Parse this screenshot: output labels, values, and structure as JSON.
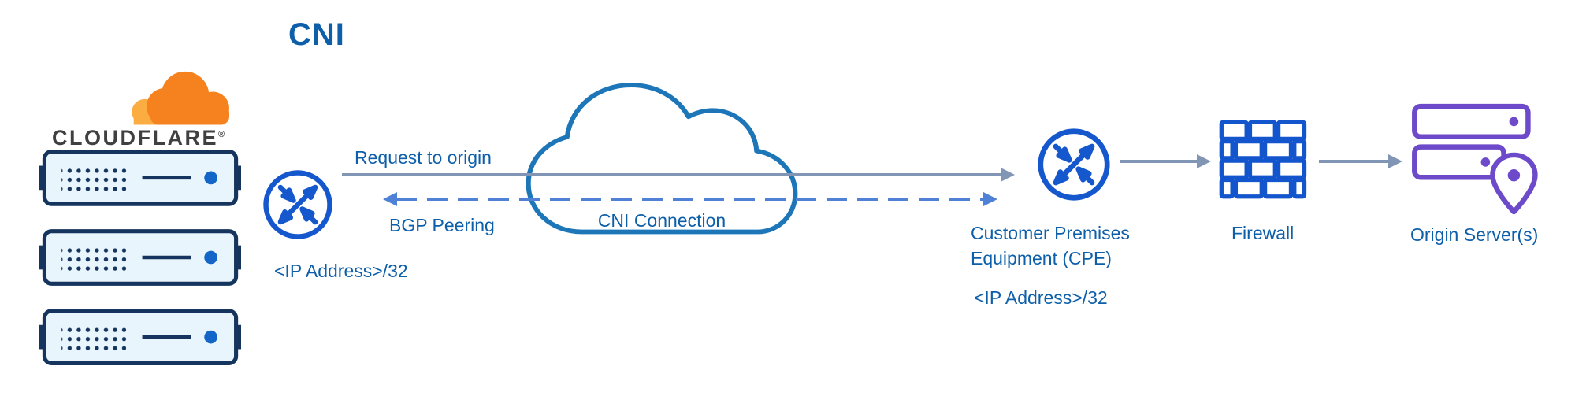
{
  "title": "CNI",
  "logo": {
    "wordmark": "CLOUDFLARE",
    "registered": "®"
  },
  "nodes": {
    "cloudflare_router": {
      "label": "<IP Address>/32"
    },
    "cloud": {
      "label": "CNI Connection"
    },
    "cpe_router": {
      "label": "Customer Premises\nEquipment (CPE)",
      "sub_label": "<IP Address>/32"
    },
    "firewall": {
      "label": "Firewall"
    },
    "origin": {
      "label": "Origin Server(s)"
    }
  },
  "edges": {
    "request": {
      "label": "Request to origin"
    },
    "bgp": {
      "label": "BGP Peering"
    }
  },
  "colors": {
    "label_blue": "#0d5fa9",
    "icon_blue": "#1557cd",
    "cloud_stroke": "#1d76b8",
    "arrow_gray": "#8195b5",
    "arrow_dashed_blue": "#4f81d6",
    "server_outline_navy": "#16355e",
    "server_fill": "#e8f5fd",
    "origin_purple": "#6d4ac9",
    "cloudflare_orange": "#F6821F",
    "cloudflare_orange_light": "#FBAD41"
  },
  "icons": {
    "cloudflare_logo": "cloudflare-cloud-logo",
    "edge_servers": "server-stack-icon",
    "router": "router-interconnect-icon",
    "cloud": "network-cloud-icon",
    "firewall": "brick-firewall-icon",
    "origin_server": "origin-servers-pin-icon"
  }
}
